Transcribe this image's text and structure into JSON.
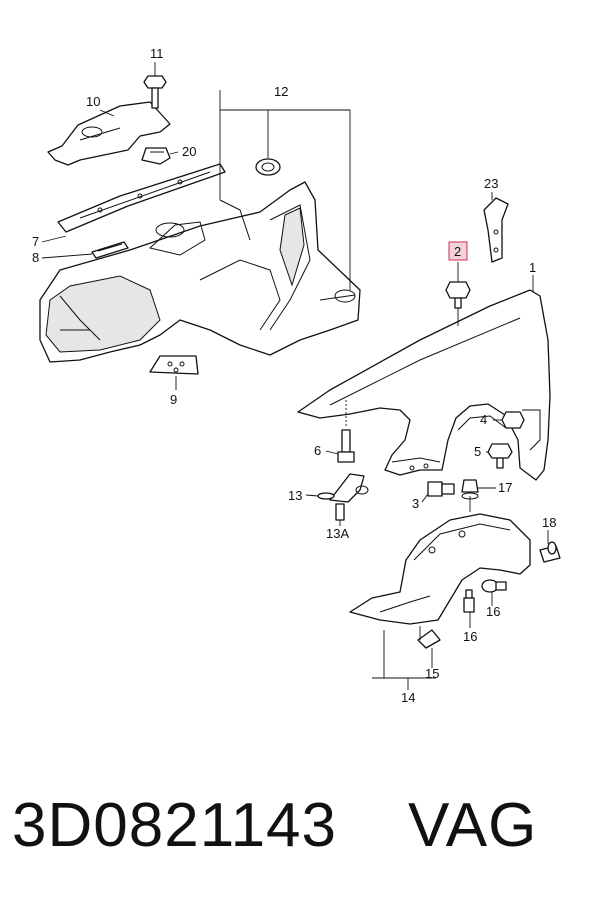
{
  "diagram": {
    "callouts": [
      {
        "id": "c11",
        "label": "11"
      },
      {
        "id": "c10",
        "label": "10"
      },
      {
        "id": "c12",
        "label": "12"
      },
      {
        "id": "c20",
        "label": "20"
      },
      {
        "id": "c23",
        "label": "23"
      },
      {
        "id": "c7",
        "label": "7"
      },
      {
        "id": "c8",
        "label": "8"
      },
      {
        "id": "c2",
        "label": "2"
      },
      {
        "id": "c1",
        "label": "1"
      },
      {
        "id": "c9",
        "label": "9"
      },
      {
        "id": "c4",
        "label": "4"
      },
      {
        "id": "c6",
        "label": "6"
      },
      {
        "id": "c5",
        "label": "5"
      },
      {
        "id": "c13",
        "label": "13"
      },
      {
        "id": "c17",
        "label": "17"
      },
      {
        "id": "c3",
        "label": "3"
      },
      {
        "id": "c13a",
        "label": "13A"
      },
      {
        "id": "c18",
        "label": "18"
      },
      {
        "id": "c16a",
        "label": "16"
      },
      {
        "id": "c16b",
        "label": "16"
      },
      {
        "id": "c15",
        "label": "15"
      },
      {
        "id": "c14",
        "label": "14"
      }
    ],
    "highlighted_callout": "2"
  },
  "footer": {
    "part_number": "3D0821143",
    "brand": "VAG"
  }
}
